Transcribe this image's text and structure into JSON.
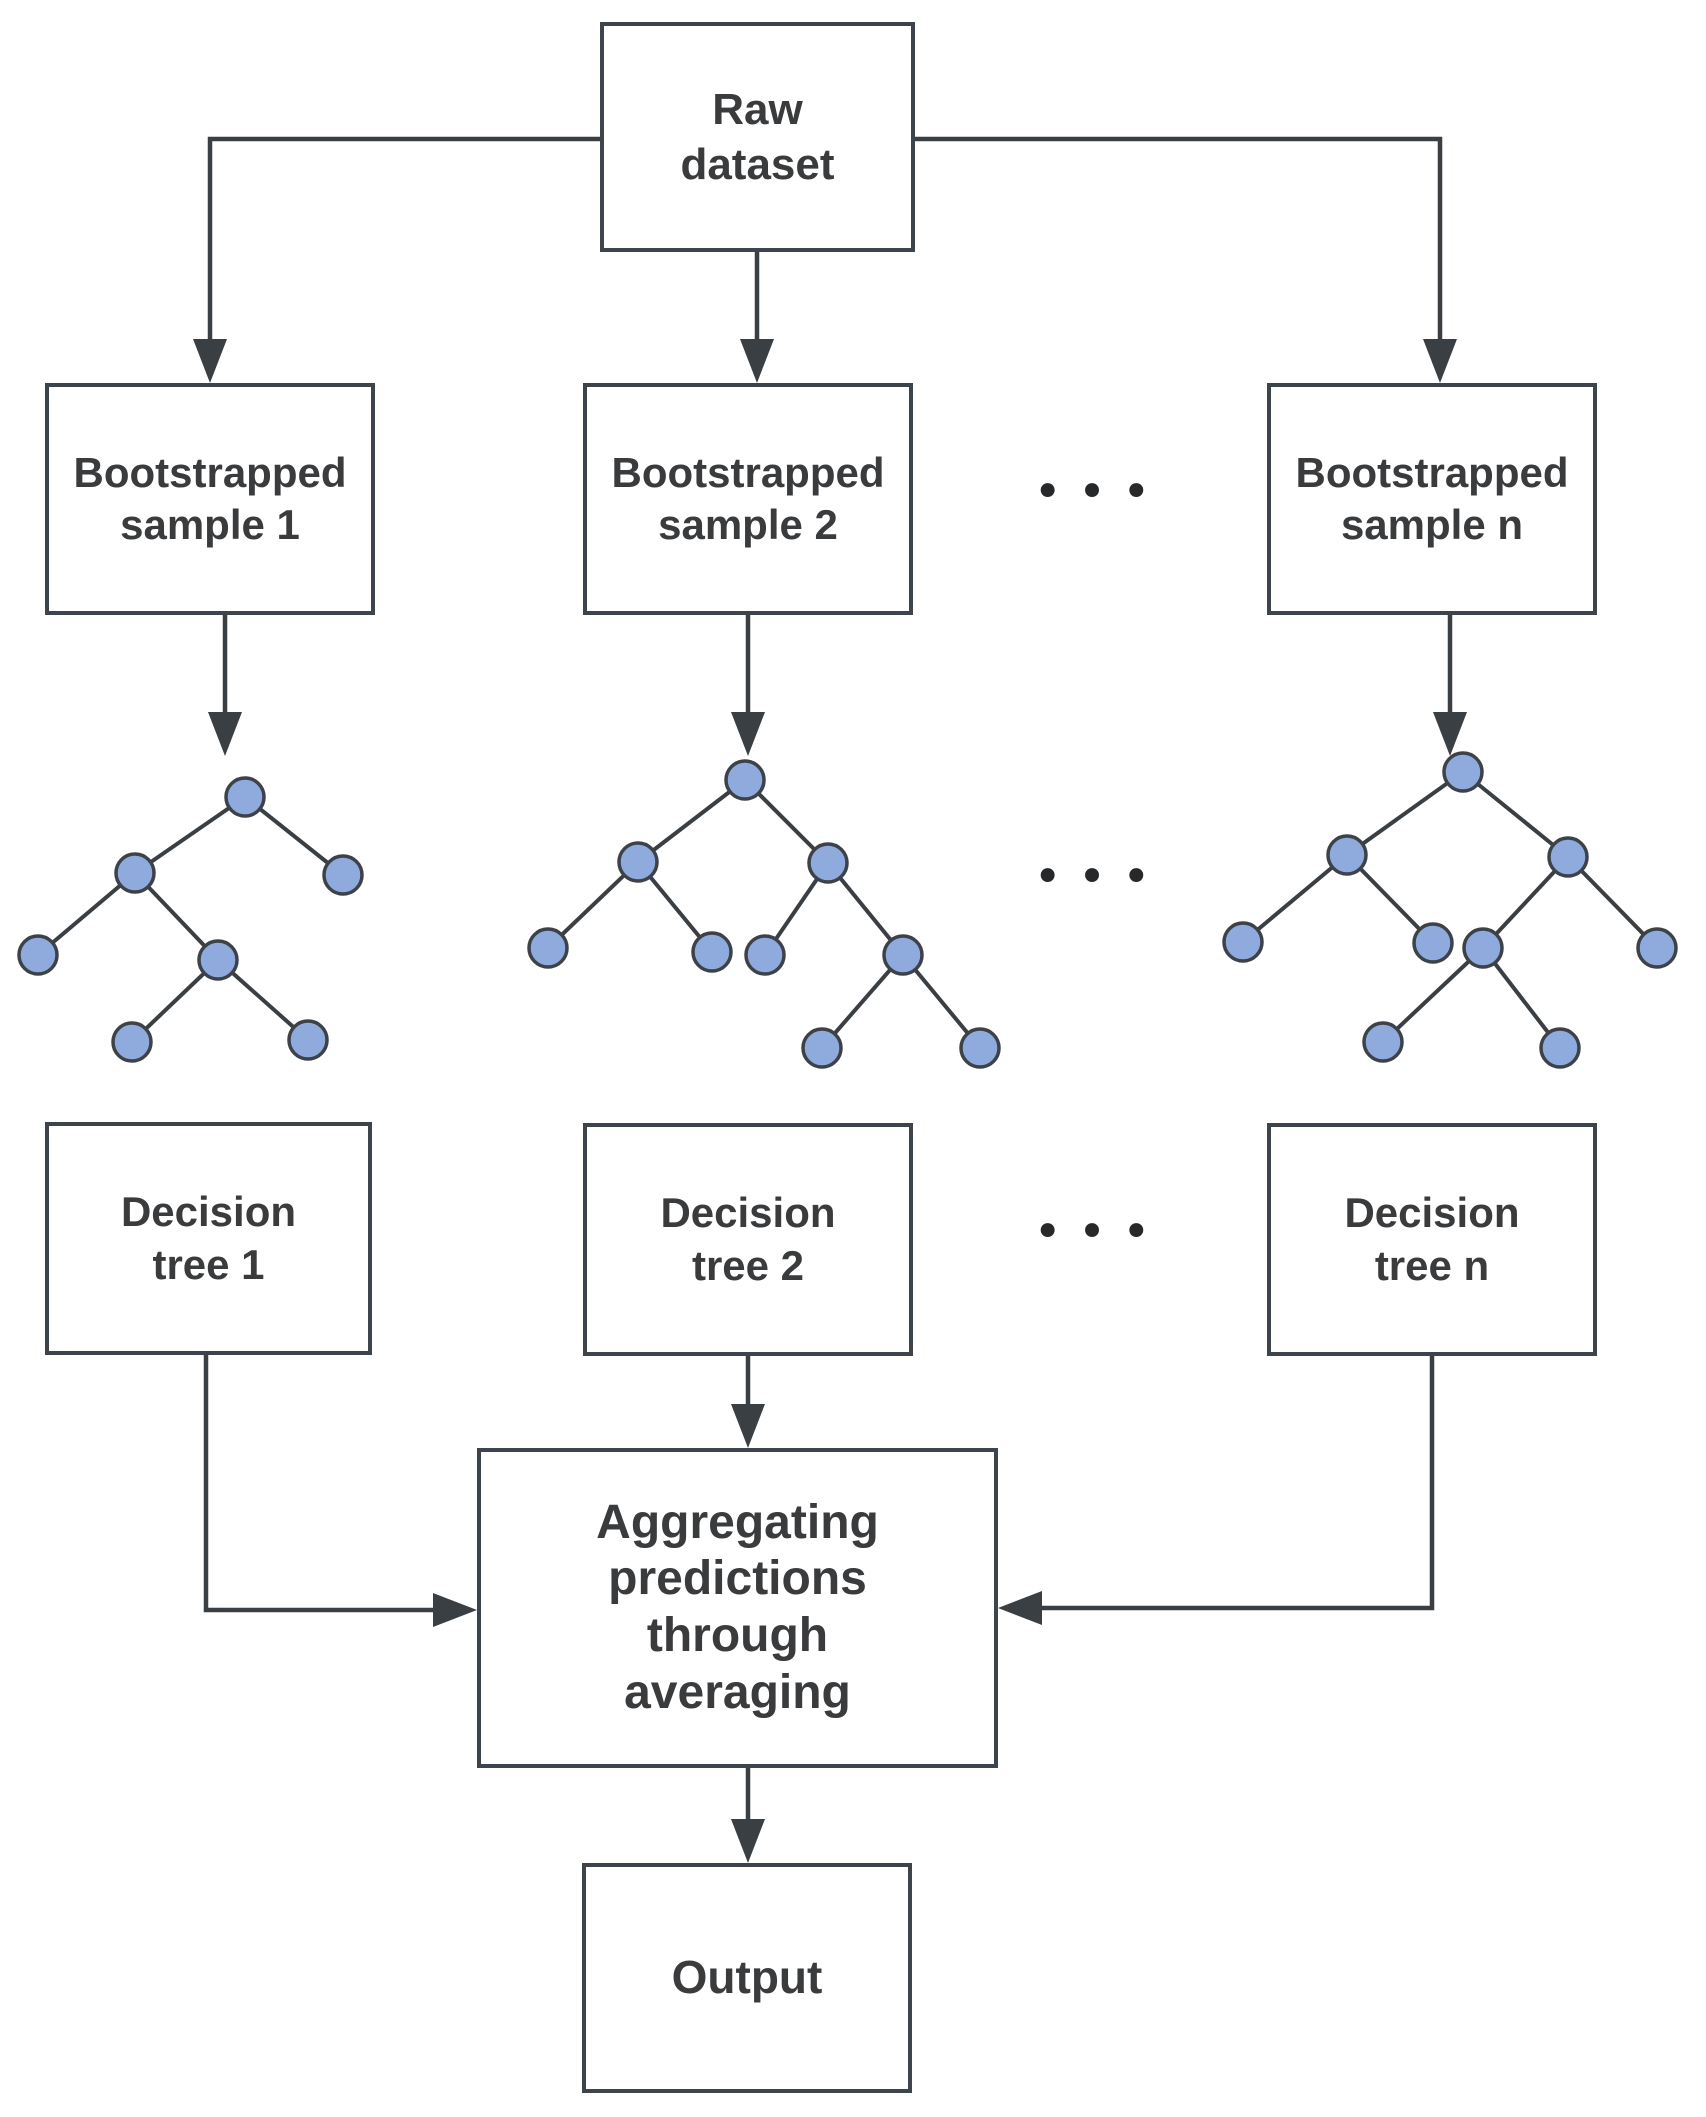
{
  "diagram": {
    "boxes": {
      "raw": {
        "lines": [
          "Raw",
          "dataset"
        ]
      },
      "sample1": {
        "lines": [
          "Bootstrapped",
          "sample 1"
        ]
      },
      "sample2": {
        "lines": [
          "Bootstrapped",
          "sample 2"
        ]
      },
      "sample_n": {
        "lines": [
          "Bootstrapped",
          "sample n"
        ]
      },
      "dtree1": {
        "lines": [
          "Decision",
          "tree 1"
        ]
      },
      "dtree2": {
        "lines": [
          "Decision",
          "tree 2"
        ]
      },
      "dtree_n": {
        "lines": [
          "Decision",
          "tree n"
        ]
      },
      "aggregate": {
        "lines": [
          "Aggregating",
          "predictions",
          "through",
          "averaging"
        ]
      },
      "output": {
        "lines": [
          "Output"
        ]
      }
    },
    "ellipsis": "•••"
  },
  "icons": {
    "tree_glyph": "binary-tree-nodes-graphic",
    "arrow_glyph": "solid-triangle-arrowhead"
  },
  "colors": {
    "background": "#ffffff",
    "box_border": "#3d444b",
    "box_fill": "#ffffff",
    "text": "#3a3b3d",
    "line": "#3a3f44",
    "node_fill": "#8faadc",
    "node_stroke": "#3c4247",
    "dots": "#26282a"
  }
}
